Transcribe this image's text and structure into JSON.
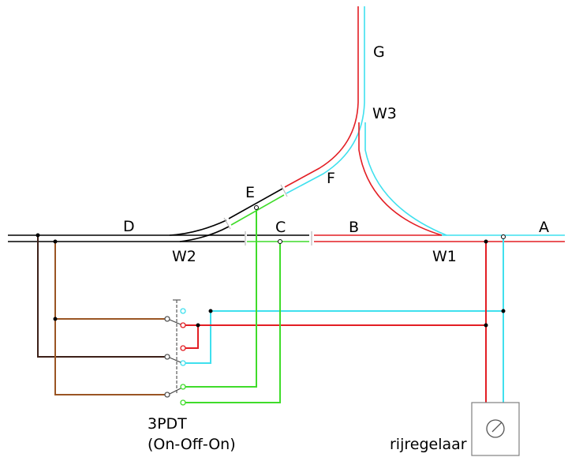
{
  "labels": {
    "section_a": "A",
    "section_b": "B",
    "section_c": "C",
    "section_d": "D",
    "section_e": "E",
    "section_f": "F",
    "section_g": "G",
    "turnout_w1": "W1",
    "turnout_w2": "W2",
    "turnout_w3": "W3",
    "switch_name": "3PDT",
    "switch_type": "(On-Off-On)",
    "controller": "rijregelaar"
  },
  "colors": {
    "red": "#e31e24",
    "cyan": "#3fe0ee",
    "green": "#3fdc2a",
    "black": "#000000",
    "dark_brown": "#3d2018",
    "brown": "#9a5523",
    "gray": "#808080"
  }
}
